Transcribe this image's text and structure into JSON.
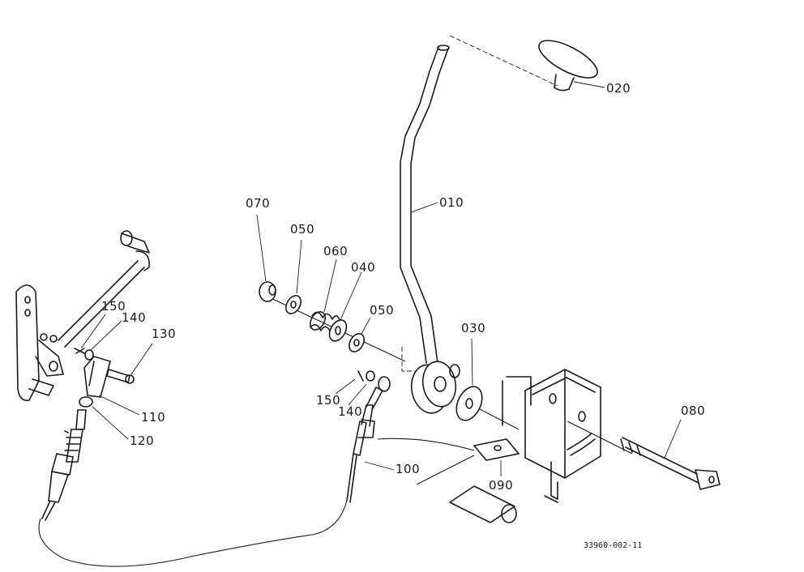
{
  "diagram": {
    "drawing_code": "33960-002-11",
    "part_labels": {
      "p010": "010",
      "p020": "020",
      "p030": "030",
      "p040": "040",
      "p050a": "050",
      "p050b": "050",
      "p060": "060",
      "p070": "070",
      "p080": "080",
      "p090": "090",
      "p100": "100",
      "p110": "110",
      "p120": "120",
      "p130": "130",
      "p140a": "140",
      "p140b": "140",
      "p150a": "150",
      "p150b": "150"
    }
  }
}
